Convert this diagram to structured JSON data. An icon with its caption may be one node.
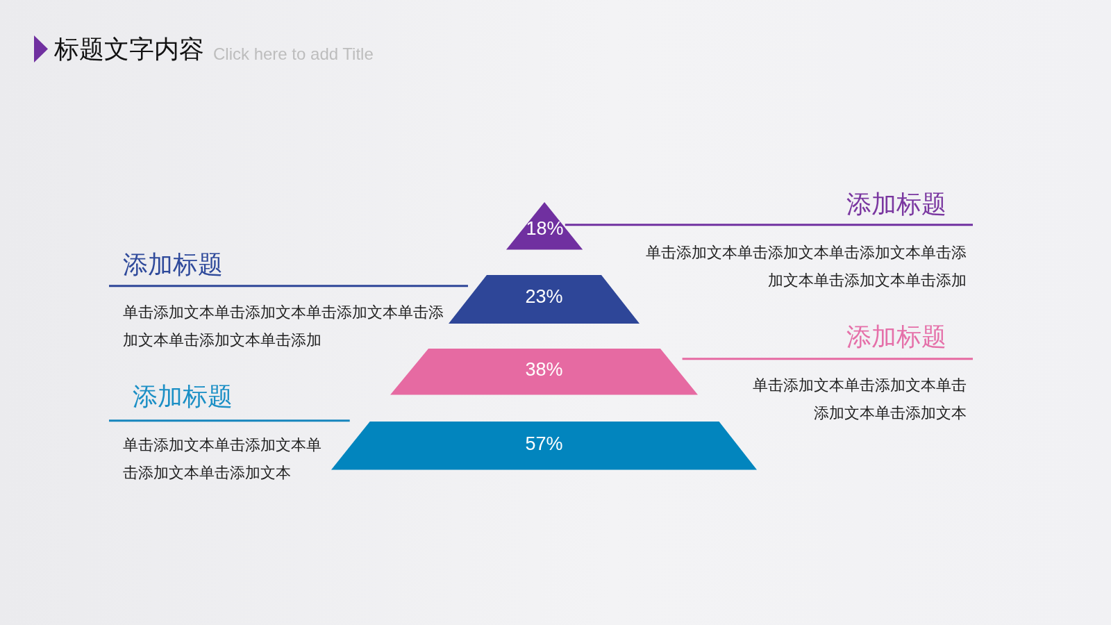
{
  "diagram": {
    "title": "标题文字内容",
    "nodes": [
      {
        "text": [
          "18%"
        ]
      },
      {
        "text": [
          "23%"
        ]
      },
      {
        "text": [
          "38%"
        ]
      },
      {
        "text": [
          "57%"
        ]
      },
      {
        "text": [
          "添加标题",
          "单击添加文本单击添加文本单击添加文本单击添加文本单击添加文本单击添加"
        ]
      },
      {
        "text": [
          "添加标题",
          "单击添加文本单击添加文本单击添加文本单击添加文本单击添加文本单击添加"
        ]
      },
      {
        "text": [
          "添加标题",
          "单击添加文本单击添加文本单击添加文本单击添加文本"
        ]
      },
      {
        "text": [
          "添加标题",
          "单击添加文本单击添加文本单击添加文本单击添加文本"
        ]
      }
    ],
    "edges": [
      {
        "from": 4,
        "to": 0,
        "arrow": "none",
        "color": "#7030a0"
      },
      {
        "from": 5,
        "to": 1,
        "arrow": "none",
        "color": "#2e4698"
      },
      {
        "from": 6,
        "to": 2,
        "arrow": "none",
        "color": "#e66aa2"
      },
      {
        "from": 7,
        "to": 3,
        "arrow": "none",
        "color": "#1585bd"
      }
    ],
    "labels": [
      "Click here to add Title"
    ]
  }
}
